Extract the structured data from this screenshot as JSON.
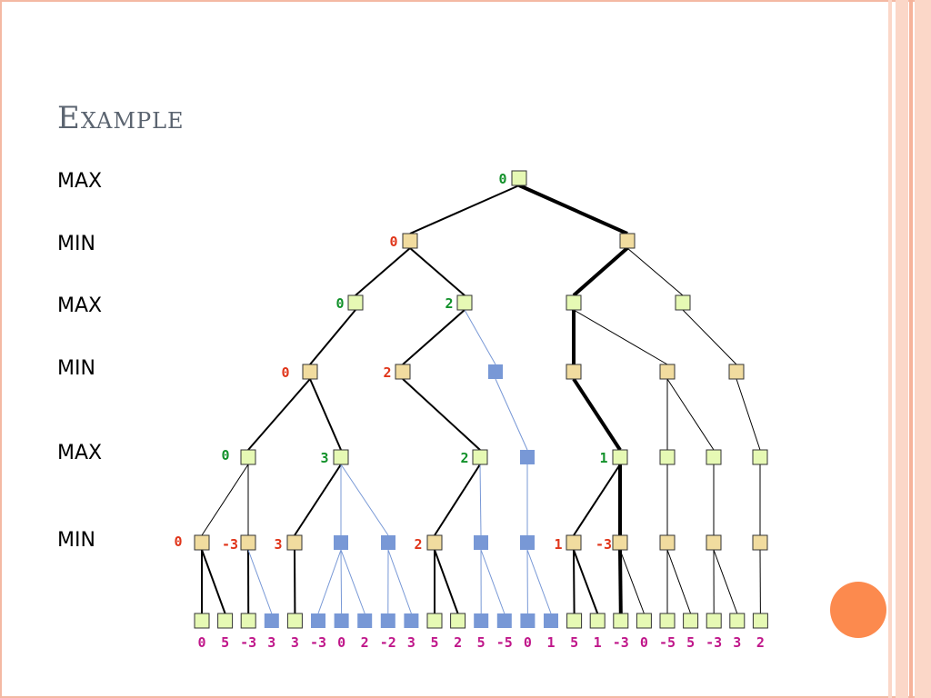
{
  "title": "Example",
  "levels": [
    "MAX",
    "MIN",
    "MAX",
    "MIN",
    "MAX",
    "MIN"
  ],
  "colors": {
    "max_fill": "#e6f9b4",
    "min_fill": "#f1dc9f",
    "pruned_fill": "#7898d6",
    "pruned_edge": "#7898d6",
    "max_value_text": "#12912a",
    "min_value_text": "#e0351a",
    "leaf_value_text": "#c0178a",
    "accent": "#fc8a4e"
  },
  "tree": {
    "nodes": [
      {
        "id": "n0",
        "depth": 0,
        "type": "max",
        "label": "0"
      },
      {
        "id": "n1",
        "depth": 1,
        "type": "min",
        "label": "0"
      },
      {
        "id": "n2",
        "depth": 1,
        "type": "min",
        "label": ""
      },
      {
        "id": "n3",
        "depth": 2,
        "type": "max",
        "label": "0"
      },
      {
        "id": "n4",
        "depth": 2,
        "type": "max",
        "label": "2"
      },
      {
        "id": "n5",
        "depth": 2,
        "type": "max",
        "label": ""
      },
      {
        "id": "n6",
        "depth": 2,
        "type": "max",
        "label": ""
      },
      {
        "id": "n7",
        "depth": 3,
        "type": "min",
        "label": "0"
      },
      {
        "id": "n8",
        "depth": 3,
        "type": "min",
        "label": "2"
      },
      {
        "id": "n9",
        "depth": 3,
        "type": "pruned",
        "label": ""
      },
      {
        "id": "n10",
        "depth": 3,
        "type": "min",
        "label": ""
      },
      {
        "id": "n11",
        "depth": 3,
        "type": "min",
        "label": ""
      },
      {
        "id": "n12",
        "depth": 3,
        "type": "min",
        "label": ""
      },
      {
        "id": "n13",
        "depth": 4,
        "type": "max",
        "label": "0"
      },
      {
        "id": "n14",
        "depth": 4,
        "type": "max",
        "label": "3"
      },
      {
        "id": "n15",
        "depth": 4,
        "type": "max",
        "label": "2"
      },
      {
        "id": "n16",
        "depth": 4,
        "type": "pruned",
        "label": ""
      },
      {
        "id": "n17",
        "depth": 4,
        "type": "max",
        "label": "1"
      },
      {
        "id": "n18",
        "depth": 4,
        "type": "max",
        "label": ""
      },
      {
        "id": "n19",
        "depth": 4,
        "type": "max",
        "label": ""
      },
      {
        "id": "n20",
        "depth": 4,
        "type": "max",
        "label": ""
      },
      {
        "id": "n21",
        "depth": 5,
        "type": "min",
        "label": "0"
      },
      {
        "id": "n22",
        "depth": 5,
        "type": "min",
        "label": "-3"
      },
      {
        "id": "n23",
        "depth": 5,
        "type": "min",
        "label": "3"
      },
      {
        "id": "n24",
        "depth": 5,
        "type": "pruned",
        "label": ""
      },
      {
        "id": "n25",
        "depth": 5,
        "type": "pruned",
        "label": ""
      },
      {
        "id": "n26",
        "depth": 5,
        "type": "min",
        "label": "2"
      },
      {
        "id": "n27",
        "depth": 5,
        "type": "pruned",
        "label": ""
      },
      {
        "id": "n28",
        "depth": 5,
        "type": "pruned",
        "label": ""
      },
      {
        "id": "n29",
        "depth": 5,
        "type": "min",
        "label": "1"
      },
      {
        "id": "n30",
        "depth": 5,
        "type": "min",
        "label": "-3"
      },
      {
        "id": "n31",
        "depth": 5,
        "type": "min",
        "label": ""
      },
      {
        "id": "n32",
        "depth": 5,
        "type": "min",
        "label": ""
      },
      {
        "id": "n33",
        "depth": 5,
        "type": "min",
        "label": ""
      }
    ],
    "leaves": [
      {
        "id": "l0",
        "type": "leaf",
        "value": "0"
      },
      {
        "id": "l1",
        "type": "leaf",
        "value": "5"
      },
      {
        "id": "l2",
        "type": "leaf",
        "value": "-3"
      },
      {
        "id": "l3",
        "type": "pruned",
        "value": "3"
      },
      {
        "id": "l4",
        "type": "leaf",
        "value": "3"
      },
      {
        "id": "l5",
        "type": "pruned",
        "value": "-3"
      },
      {
        "id": "l6",
        "type": "pruned",
        "value": "0"
      },
      {
        "id": "l7",
        "type": "pruned",
        "value": "2"
      },
      {
        "id": "l8",
        "type": "pruned",
        "value": "-2"
      },
      {
        "id": "l9",
        "type": "pruned",
        "value": "3"
      },
      {
        "id": "l10",
        "type": "leaf",
        "value": "5"
      },
      {
        "id": "l11",
        "type": "leaf",
        "value": "2"
      },
      {
        "id": "l12",
        "type": "pruned",
        "value": "5"
      },
      {
        "id": "l13",
        "type": "pruned",
        "value": "-5"
      },
      {
        "id": "l14",
        "type": "pruned",
        "value": "0"
      },
      {
        "id": "l15",
        "type": "pruned",
        "value": "1"
      },
      {
        "id": "l16",
        "type": "leaf",
        "value": "5"
      },
      {
        "id": "l17",
        "type": "leaf",
        "value": "1"
      },
      {
        "id": "l18",
        "type": "leaf",
        "value": "-3"
      },
      {
        "id": "l19",
        "type": "leaf",
        "value": "0"
      },
      {
        "id": "l20",
        "type": "leaf",
        "value": "-5"
      },
      {
        "id": "l21",
        "type": "leaf",
        "value": "5"
      },
      {
        "id": "l22",
        "type": "leaf",
        "value": "-3"
      },
      {
        "id": "l23",
        "type": "leaf",
        "value": "3"
      },
      {
        "id": "l24",
        "type": "leaf",
        "value": "2"
      }
    ],
    "edges": [
      {
        "from": "n0",
        "to": "n1",
        "style": "normal"
      },
      {
        "from": "n0",
        "to": "n2",
        "style": "bold"
      },
      {
        "from": "n1",
        "to": "n3",
        "style": "normal"
      },
      {
        "from": "n1",
        "to": "n4",
        "style": "normal"
      },
      {
        "from": "n2",
        "to": "n5",
        "style": "bold"
      },
      {
        "from": "n2",
        "to": "n6",
        "style": "thin"
      },
      {
        "from": "n3",
        "to": "n7",
        "style": "normal"
      },
      {
        "from": "n4",
        "to": "n8",
        "style": "normal"
      },
      {
        "from": "n4",
        "to": "n9",
        "style": "pruned"
      },
      {
        "from": "n5",
        "to": "n10",
        "style": "bold"
      },
      {
        "from": "n5",
        "to": "n11",
        "style": "thin"
      },
      {
        "from": "n6",
        "to": "n12",
        "style": "thin"
      },
      {
        "from": "n7",
        "to": "n13",
        "style": "normal"
      },
      {
        "from": "n7",
        "to": "n14",
        "style": "normal"
      },
      {
        "from": "n8",
        "to": "n15",
        "style": "normal"
      },
      {
        "from": "n9",
        "to": "n16",
        "style": "pruned"
      },
      {
        "from": "n10",
        "to": "n17",
        "style": "bold"
      },
      {
        "from": "n11",
        "to": "n18",
        "style": "thin"
      },
      {
        "from": "n11",
        "to": "n19",
        "style": "thin"
      },
      {
        "from": "n12",
        "to": "n20",
        "style": "thin"
      },
      {
        "from": "n13",
        "to": "n21",
        "style": "thin"
      },
      {
        "from": "n13",
        "to": "n22",
        "style": "thin"
      },
      {
        "from": "n14",
        "to": "n23",
        "style": "normal"
      },
      {
        "from": "n14",
        "to": "n24",
        "style": "pruned"
      },
      {
        "from": "n14",
        "to": "n25",
        "style": "pruned"
      },
      {
        "from": "n15",
        "to": "n26",
        "style": "normal"
      },
      {
        "from": "n15",
        "to": "n27",
        "style": "pruned"
      },
      {
        "from": "n16",
        "to": "n28",
        "style": "pruned"
      },
      {
        "from": "n17",
        "to": "n29",
        "style": "normal"
      },
      {
        "from": "n17",
        "to": "n30",
        "style": "bold"
      },
      {
        "from": "n18",
        "to": "n31",
        "style": "thin"
      },
      {
        "from": "n19",
        "to": "n32",
        "style": "thin"
      },
      {
        "from": "n20",
        "to": "n33",
        "style": "thin"
      },
      {
        "from": "n21",
        "to": "l0",
        "style": "normal"
      },
      {
        "from": "n21",
        "to": "l1",
        "style": "normal"
      },
      {
        "from": "n22",
        "to": "l2",
        "style": "normal"
      },
      {
        "from": "n22",
        "to": "l3",
        "style": "pruned"
      },
      {
        "from": "n23",
        "to": "l4",
        "style": "normal"
      },
      {
        "from": "n24",
        "to": "l5",
        "style": "pruned"
      },
      {
        "from": "n24",
        "to": "l6",
        "style": "pruned"
      },
      {
        "from": "n24",
        "to": "l7",
        "style": "pruned"
      },
      {
        "from": "n25",
        "to": "l8",
        "style": "pruned"
      },
      {
        "from": "n25",
        "to": "l9",
        "style": "pruned"
      },
      {
        "from": "n26",
        "to": "l10",
        "style": "normal"
      },
      {
        "from": "n26",
        "to": "l11",
        "style": "normal"
      },
      {
        "from": "n27",
        "to": "l12",
        "style": "pruned"
      },
      {
        "from": "n27",
        "to": "l13",
        "style": "pruned"
      },
      {
        "from": "n28",
        "to": "l14",
        "style": "pruned"
      },
      {
        "from": "n28",
        "to": "l15",
        "style": "pruned"
      },
      {
        "from": "n29",
        "to": "l16",
        "style": "normal"
      },
      {
        "from": "n29",
        "to": "l17",
        "style": "normal"
      },
      {
        "from": "n30",
        "to": "l18",
        "style": "bold"
      },
      {
        "from": "n30",
        "to": "l19",
        "style": "thin"
      },
      {
        "from": "n31",
        "to": "l20",
        "style": "thin"
      },
      {
        "from": "n31",
        "to": "l21",
        "style": "thin"
      },
      {
        "from": "n32",
        "to": "l22",
        "style": "thin"
      },
      {
        "from": "n32",
        "to": "l23",
        "style": "thin"
      },
      {
        "from": "n33",
        "to": "l24",
        "style": "thin"
      }
    ]
  }
}
